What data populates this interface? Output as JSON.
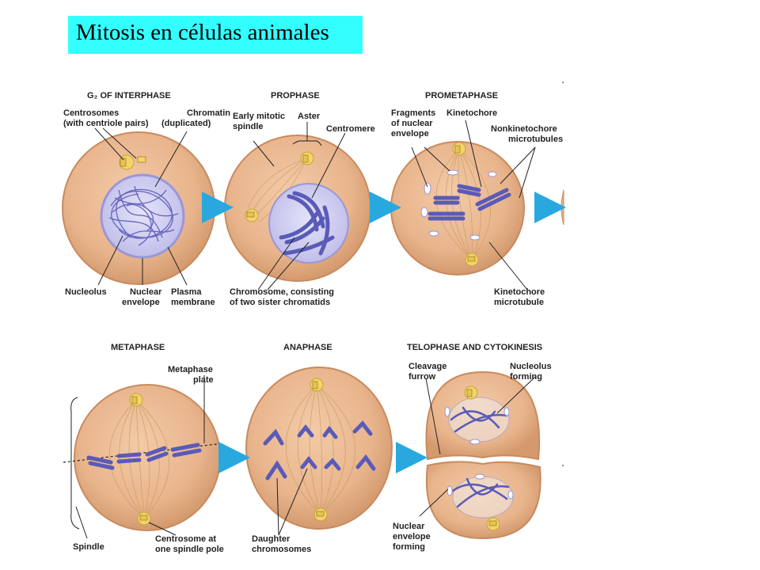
{
  "title": "Mitosis en células animales",
  "stages": [
    {
      "id": "g2",
      "title": "G₂ OF INTERPHASE"
    },
    {
      "id": "prophase",
      "title": "PROPHASE"
    },
    {
      "id": "prometaphase",
      "title": "PROMETAPHASE"
    },
    {
      "id": "metaphase",
      "title": "METAPHASE"
    },
    {
      "id": "anaphase",
      "title": "ANAPHASE"
    },
    {
      "id": "telophase",
      "title": "TELOPHASE AND CYTOKINESIS"
    }
  ],
  "labels": {
    "centrosomes": [
      "Centrosomes",
      "(with centriole pairs)"
    ],
    "chromatin": [
      "Chromatin",
      "(duplicated)"
    ],
    "nucleolus": [
      "Nucleolus"
    ],
    "nuclear_envelope": [
      "Nuclear",
      "envelope"
    ],
    "plasma_membrane": [
      "Plasma",
      "membrane"
    ],
    "early_spindle": [
      "Early mitotic",
      "spindle"
    ],
    "aster": [
      "Aster"
    ],
    "centromere": [
      "Centromere"
    ],
    "chromosome": [
      "Chromosome, consisting",
      "of two sister chromatids"
    ],
    "fragments": [
      "Fragments",
      "of nuclear",
      "envelope"
    ],
    "kinetochore": [
      "Kinetochore"
    ],
    "nonkinetochore": [
      "Nonkinetochore",
      "microtubules"
    ],
    "kinetochore_mt": [
      "Kinetochore",
      "microtubule"
    ],
    "metaphase_plate": [
      "Metaphase",
      "plate"
    ],
    "spindle": [
      "Spindle"
    ],
    "centrosome_pole": [
      "Centrosome at",
      "one spindle pole"
    ],
    "daughter": [
      "Daughter",
      "chromosomes"
    ],
    "cleavage": [
      "Cleavage",
      "furrow"
    ],
    "nucleolus_forming": [
      "Nucleolus",
      "forming"
    ],
    "envelope_forming": [
      "Nuclear",
      "envelope",
      "forming"
    ]
  },
  "colors": {
    "title_bg": "#33ffff",
    "cell_fill": "#e8b48c",
    "cell_edge": "#c98a5e",
    "nucleus_fill": "#cfcdf0",
    "chromosome": "#5a5ab8",
    "arrow": "#29a8e0",
    "centrosome": "#f2d46a"
  }
}
